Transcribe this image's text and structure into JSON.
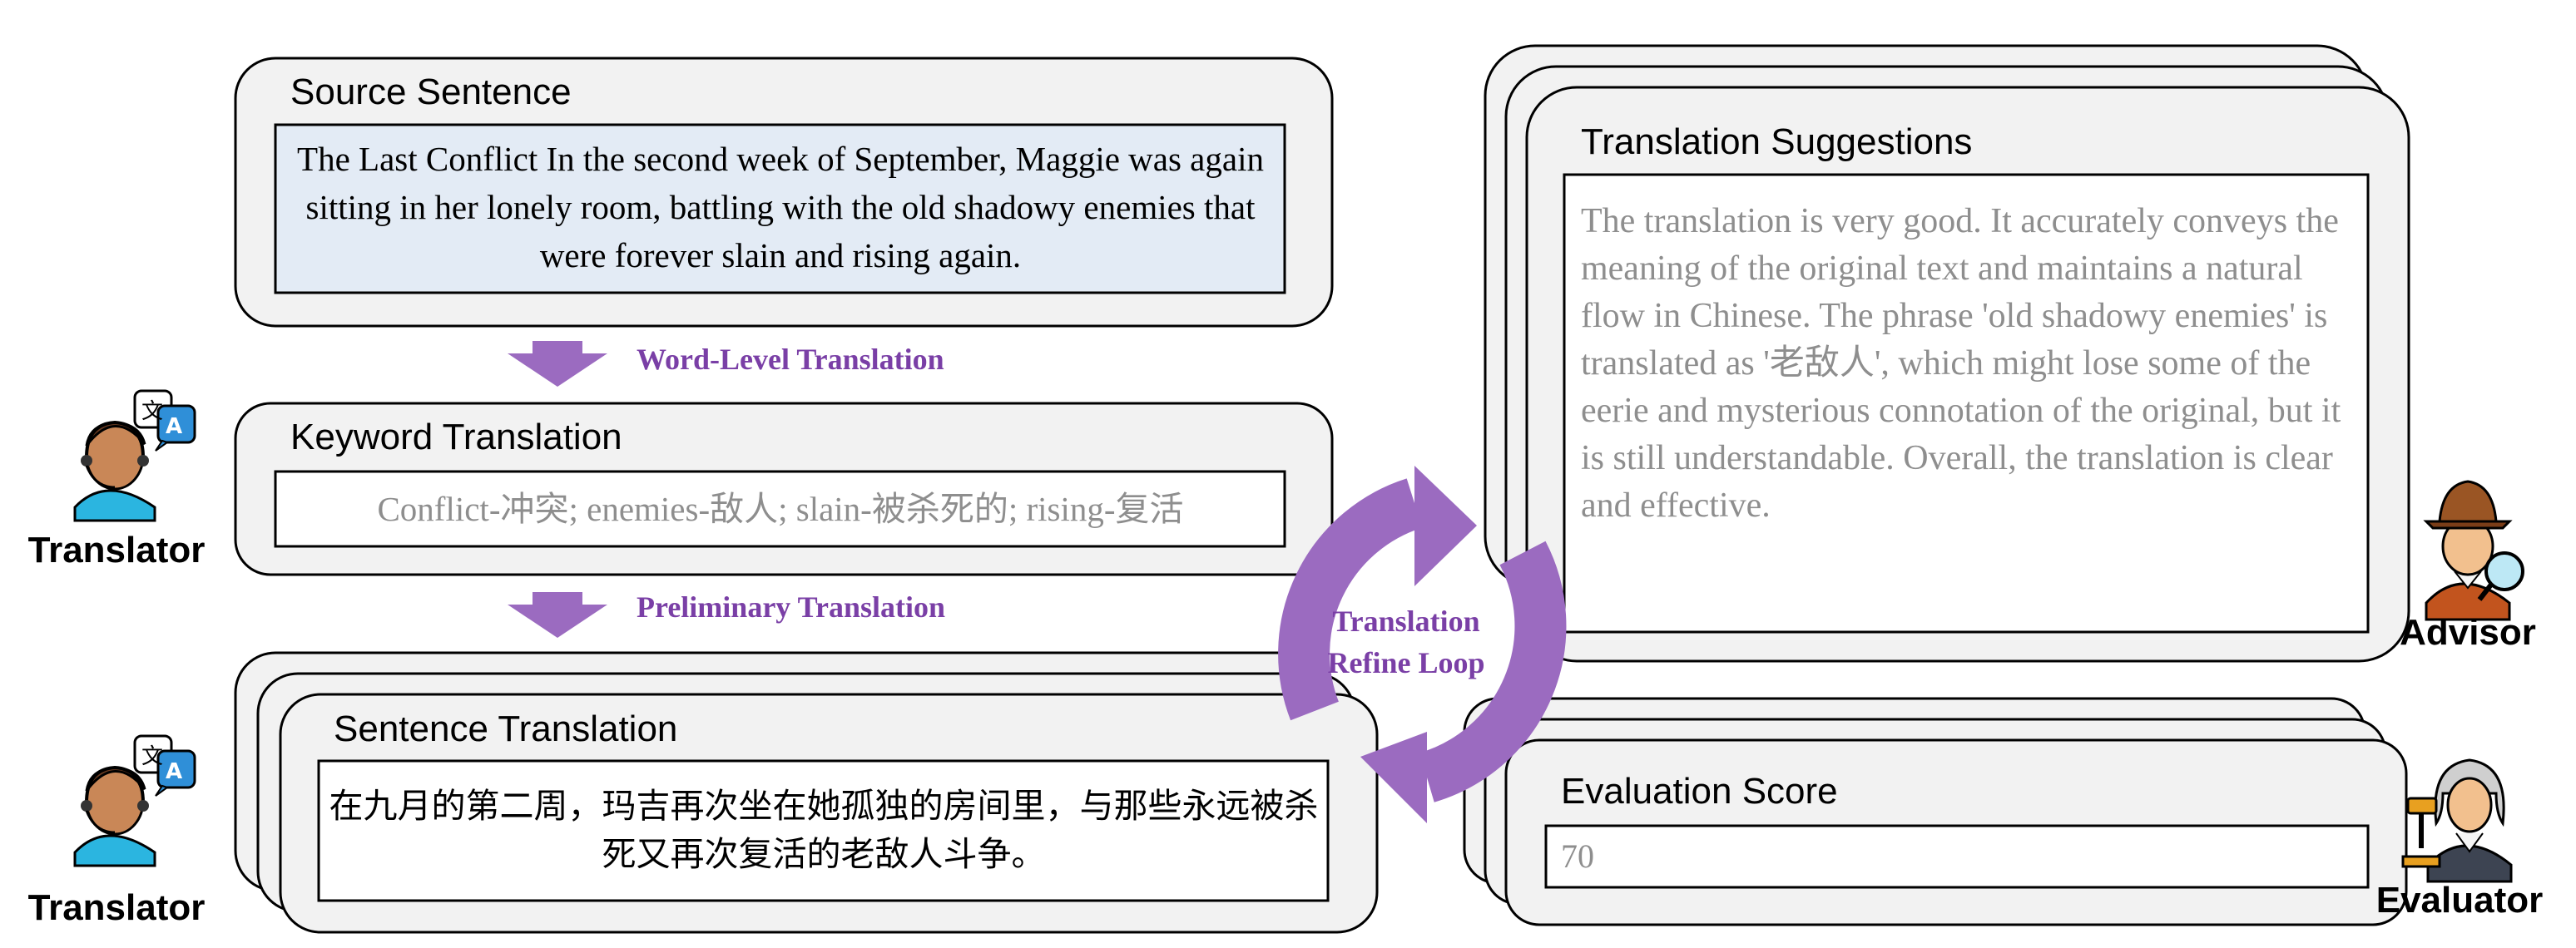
{
  "source": {
    "title": "Source Sentence",
    "text": "The Last Conflict In the second week of September, Maggie was again sitting in her lonely room, battling with the old shadowy enemies that were forever slain and rising again."
  },
  "keyword": {
    "title": "Keyword Translation",
    "text": "Conflict-冲突; enemies-敌人; slain-被杀死的; rising-复活"
  },
  "sentence": {
    "title": "Sentence Translation",
    "text": "在九月的第二周，玛吉再次坐在她孤独的房间里，与那些永远被杀死又再次复活的老敌人斗争。"
  },
  "suggestions": {
    "title": "Translation Suggestions",
    "text": "The translation is very good. It accurately conveys the meaning of the original text and maintains a natural flow in Chinese. The phrase 'old shadowy enemies' is translated as '老敌人', which might lose some of the eerie and mysterious connotation of the original, but it is still understandable. Overall, the translation is clear and effective."
  },
  "evaluation": {
    "title": "Evaluation Score",
    "score": "70"
  },
  "arrows": {
    "word_level": "Word-Level Translation",
    "preliminary": "Preliminary Translation"
  },
  "loop": {
    "line1": "Translation",
    "line2": "Refine Loop"
  },
  "roles": {
    "translator_top": "Translator",
    "translator_bottom": "Translator",
    "advisor": "Advisor",
    "evaluator": "Evaluator"
  },
  "colors": {
    "panel_fill": "#f2f2f2",
    "source_inner_fill": "#e3ebf5",
    "purple": "#7a3fa6",
    "arrow_fill": "#9b6bc0"
  }
}
